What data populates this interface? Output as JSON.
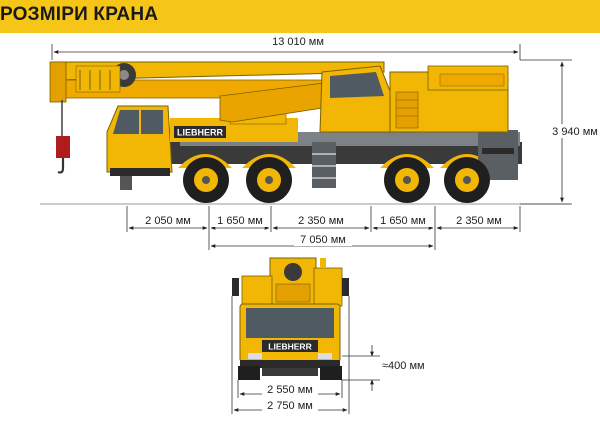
{
  "title": "РОЗМІРИ КРАНА",
  "colors": {
    "header": "#f5c518",
    "crane_yellow": "#f2b705",
    "dark": "#2b2b2b",
    "steel": "#6f7478"
  },
  "brand": "LIEBHERR",
  "dimensions": {
    "overall_length": "13 010 мм",
    "overall_height": "3 940 мм",
    "front_overhang": "2 050 мм",
    "axle_gap_1": "1 650 мм",
    "axle_gap_2": "2 350 мм",
    "axle_gap_3": "1 650 мм",
    "rear_overhang": "2 350 мм",
    "wheelbase": "7 050 мм",
    "ground_clearance": "≈400 мм",
    "track_width": "2 550 мм",
    "overall_width": "2 750 мм"
  }
}
